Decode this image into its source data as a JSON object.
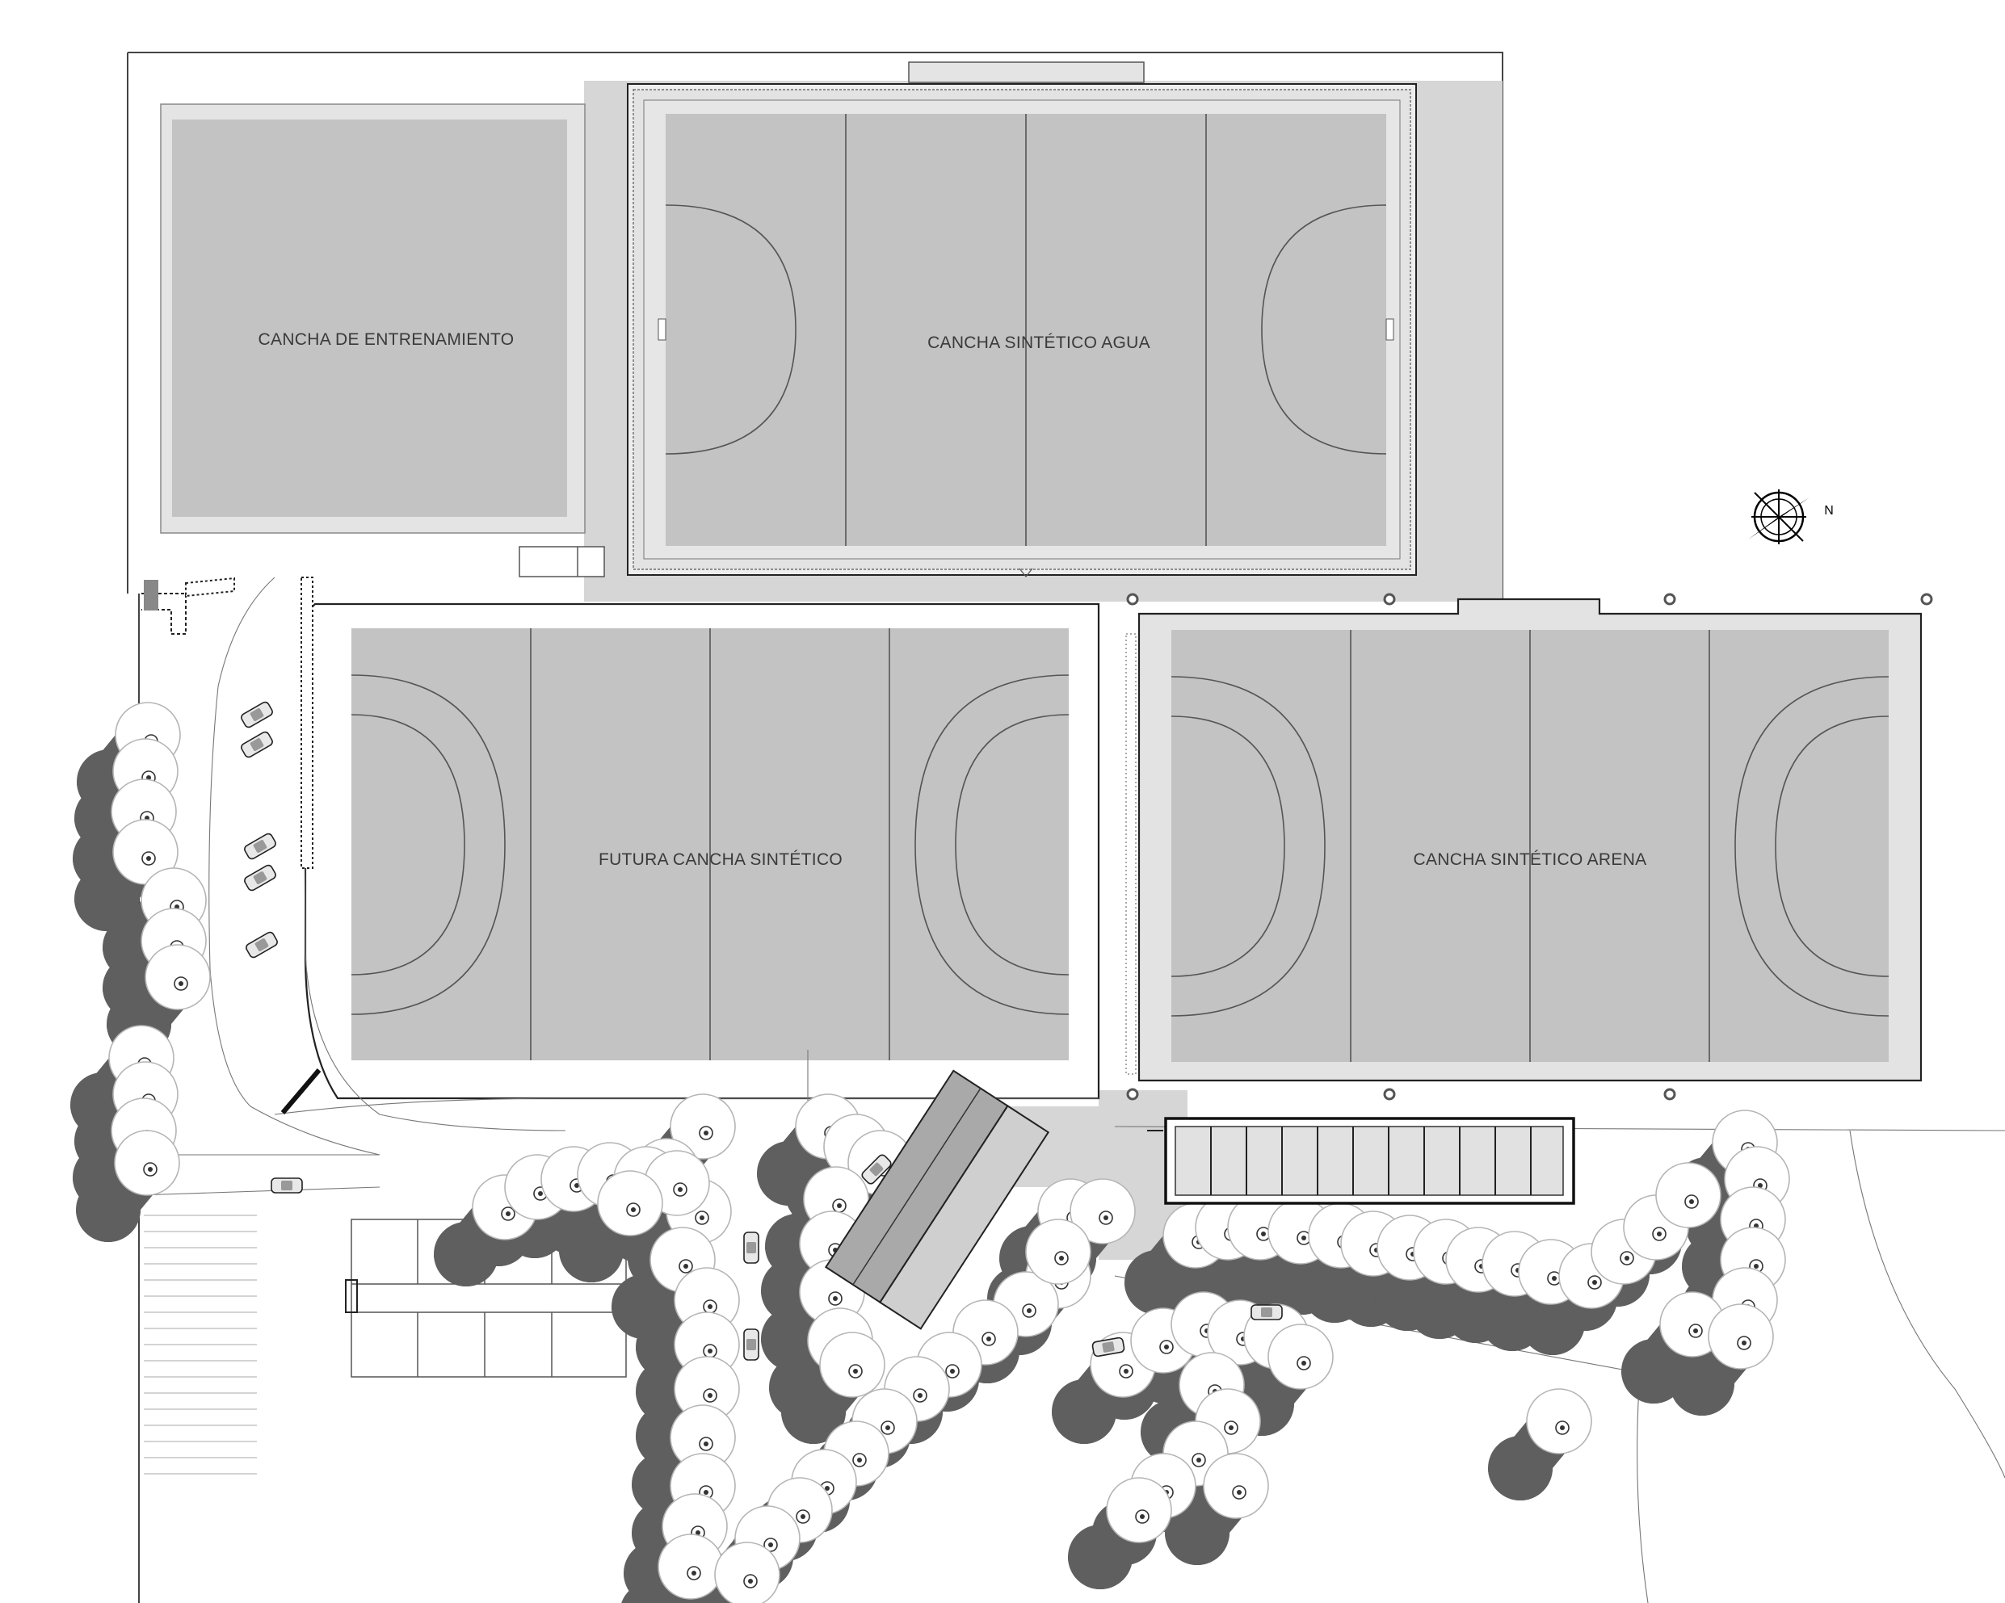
{
  "plan": {
    "background": "#ffffff",
    "colors": {
      "field": "#c3c3c3",
      "margin": "#e4e4e4",
      "paved": "#d2d2d2",
      "outline": "#222222",
      "shadow": "#5a5a5a",
      "canopy": "#ffffff",
      "building": "#9a9a9a"
    },
    "fields": {
      "training": {
        "label": "CANCHA DE ENTRENAMIENTO"
      },
      "water": {
        "label": "CANCHA SINTÉTICO AGUA"
      },
      "future": {
        "label": "FUTURA CANCHA SINTÉTICO"
      },
      "sand": {
        "label": "CANCHA SINTÉTICO ARENA"
      }
    },
    "compass": {
      "icon": "north-compass-icon",
      "label": "N"
    }
  }
}
